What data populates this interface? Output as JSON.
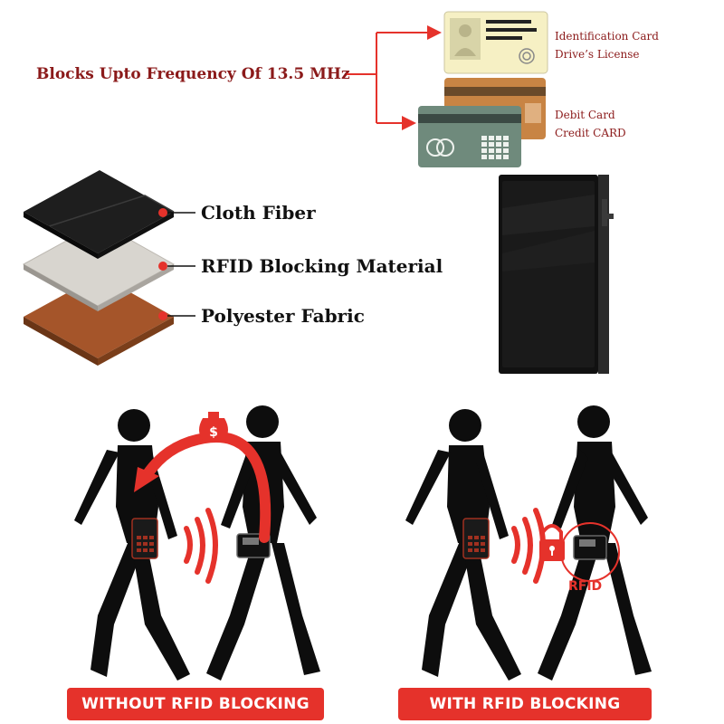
{
  "headline": "Blocks Upto Frequency Of 13.5 MHz",
  "cards": {
    "id_group": {
      "line1": "Identification Card",
      "line2": "Drive’s License"
    },
    "bank_group": {
      "line1": "Debit Card",
      "line2": "Credit CARD"
    }
  },
  "layers": [
    {
      "label": "Cloth Fiber",
      "color": "#1e1e1e"
    },
    {
      "label": "RFID Blocking Material",
      "color": "#d8d5cf"
    },
    {
      "label": "Polyester Fabric",
      "color": "#a5552a"
    }
  ],
  "scenes": {
    "without": {
      "banner": "WITHOUT RFID BLOCKING"
    },
    "with": {
      "banner": "WITH RFID BLOCKING",
      "wallet_tag": "RFID"
    }
  },
  "colors": {
    "accent_red": "#e5322b",
    "label_red": "#8b1a1a",
    "silhouette": "#0d0d0d"
  }
}
